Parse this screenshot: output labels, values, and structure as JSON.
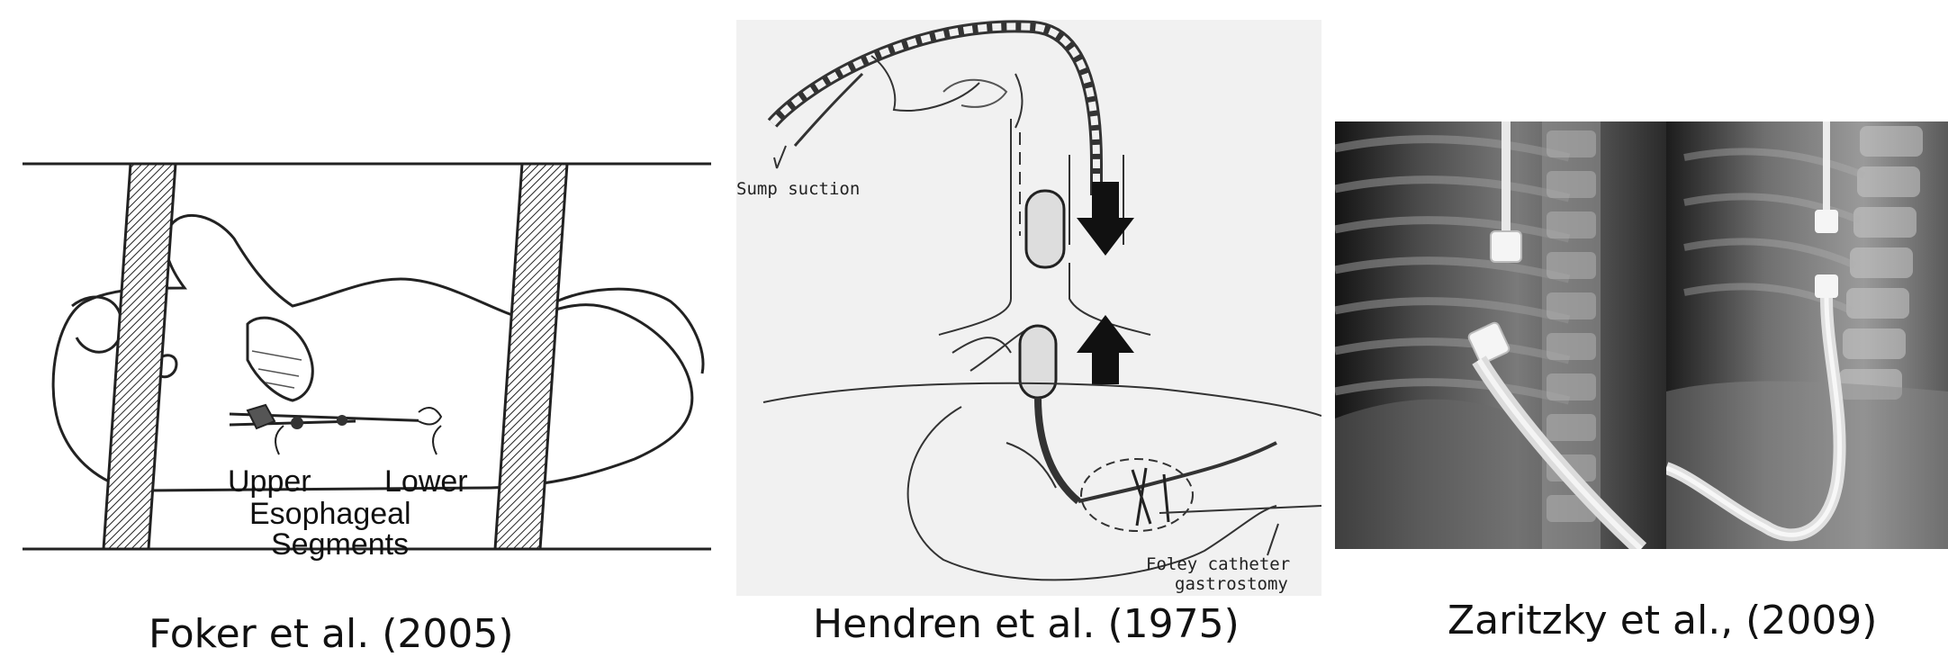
{
  "figures": [
    {
      "id": "foker",
      "caption": "Foker et al. (2005)",
      "labels": {
        "upper": "Upper",
        "lower": "Lower",
        "esophageal": "Esophageal",
        "segments": "Segments"
      }
    },
    {
      "id": "hendren",
      "caption": "Hendren et al. (1975)",
      "labels": {
        "sump": "Sump suction",
        "foley1": "Foley catheter",
        "foley2": "gastrostomy"
      }
    },
    {
      "id": "zaritzky",
      "caption": "Zaritzky et al., (2009)"
    }
  ],
  "colors": {
    "background": "#ffffff",
    "ink": "#111111",
    "sketch_bg": "#f1f1f1"
  }
}
